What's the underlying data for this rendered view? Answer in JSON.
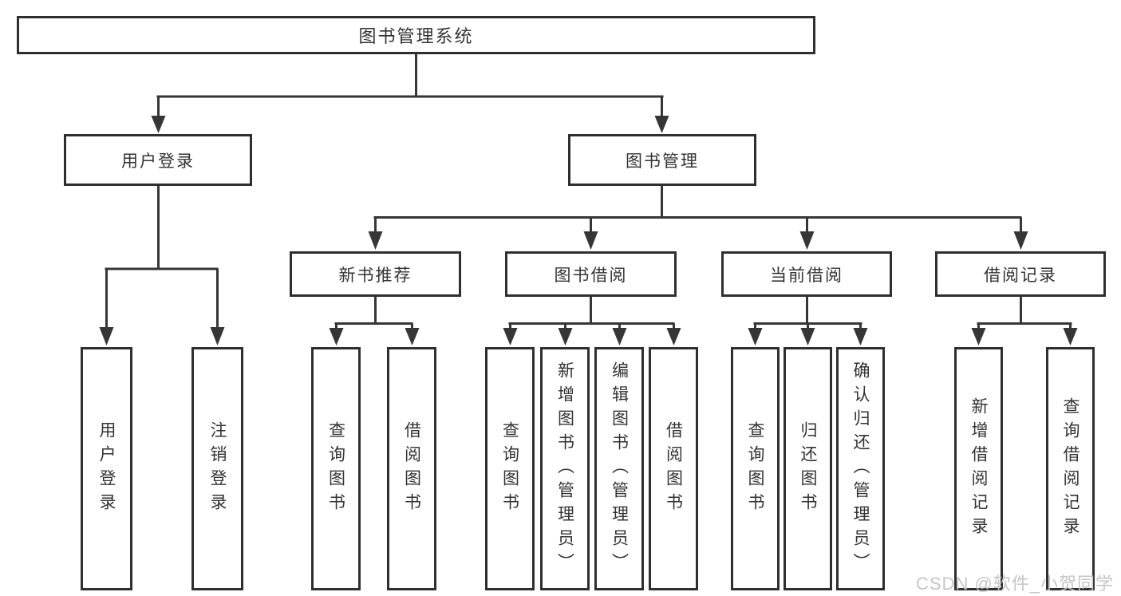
{
  "tree": {
    "root": {
      "label": "图书管理系统",
      "children": [
        {
          "label": "用户登录",
          "children": [
            {
              "label": "用户登录"
            },
            {
              "label": "注销登录"
            }
          ]
        },
        {
          "label": "图书管理",
          "children": [
            {
              "label": "新书推荐",
              "children": [
                {
                  "label": "查询图书"
                },
                {
                  "label": "借阅图书"
                }
              ]
            },
            {
              "label": "图书借阅",
              "children": [
                {
                  "label": "查询图书"
                },
                {
                  "label": "新增图书（管理员）"
                },
                {
                  "label": "编辑图书（管理员）"
                },
                {
                  "label": "借阅图书"
                }
              ]
            },
            {
              "label": "当前借阅",
              "children": [
                {
                  "label": "查询图书"
                },
                {
                  "label": "归还图书"
                },
                {
                  "label": "确认归还（管理员）"
                }
              ]
            },
            {
              "label": "借阅记录",
              "children": [
                {
                  "label": "新增借阅记录"
                },
                {
                  "label": "查询借阅记录"
                }
              ]
            }
          ]
        }
      ]
    }
  },
  "watermark": {
    "text": "CSDN @软件_小贺同学"
  },
  "colors": {
    "line": "#363636",
    "box_border": "#2f2f2f",
    "text": "#333333",
    "watermark": "#c6c6c6",
    "background": "#ffffff"
  }
}
